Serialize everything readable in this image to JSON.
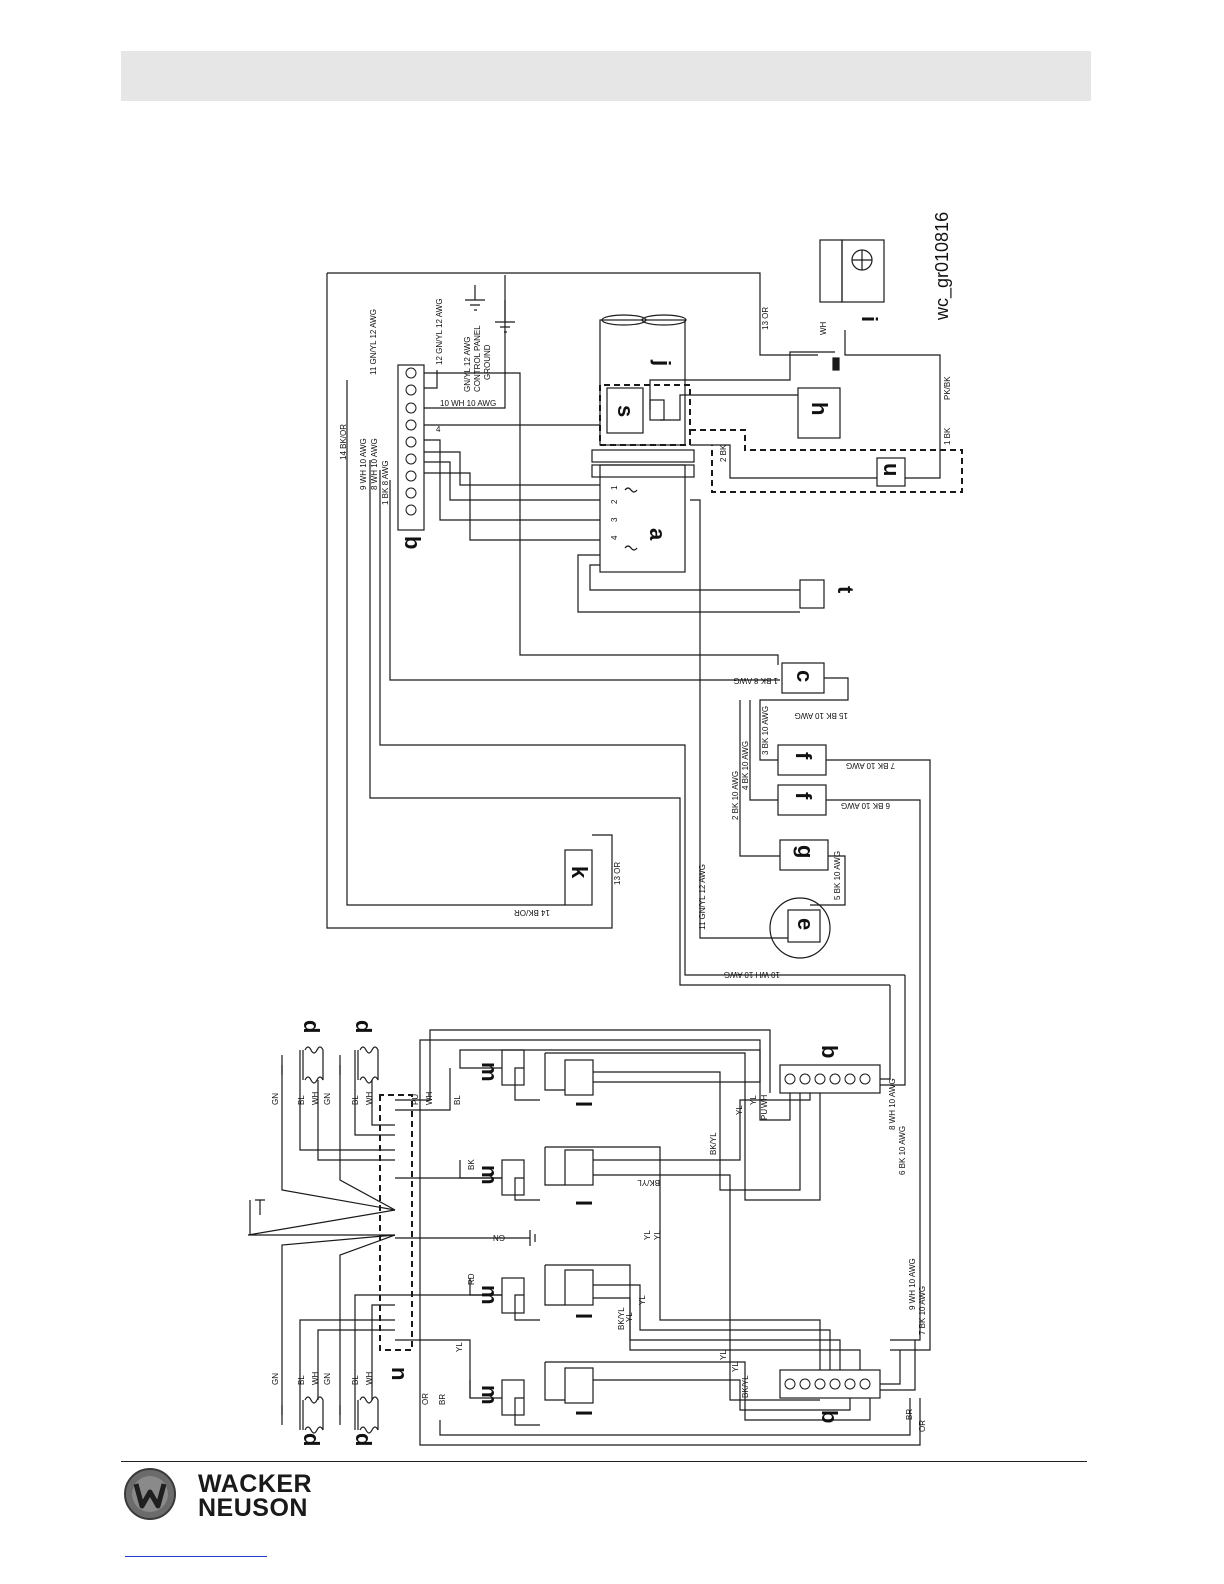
{
  "figure_id": "wc_gr010816",
  "components": {
    "a": "a",
    "b": "b",
    "c": "c",
    "d": "d",
    "e": "e",
    "f": "f",
    "g": "g",
    "h": "h",
    "i": "i",
    "j": "j",
    "k": "k",
    "l": "l",
    "m": "m",
    "n": "n",
    "s": "s",
    "t": "t",
    "u": "u"
  },
  "wire_labels": {
    "w11_gnyl_12": "11 GN/YL 12 AWG",
    "w14_bkor": "14 BK/OR",
    "w9_wh_10": "9 WH 10 AWG",
    "w8_wh_10": "8 WH 10 AWG",
    "w1_bk_8": "1 BK 8 AWG",
    "gnyl_12": "12 GN/YL 12 AWG",
    "gnyl_12_cp": "GN/YL 12 AWG",
    "control_panel": "CONTROL PANEL",
    "ground": "GROUND",
    "w10_wh_10": "10 WH 10 AWG",
    "w13_or": "13 OR",
    "wh": "WH",
    "pkbk": "PK/BK",
    "w1_bk": "1 BK",
    "w2_bk": "2 BK",
    "w1_bk_8_c": "1 BK 8 AWG",
    "w15_bk_10": "15 BK 10 AWG",
    "w3_bk_10": "3 BK 10 AWG",
    "w4_bk_10": "4 BK 10 AWG",
    "w2_bk_10": "2 BK 10 AWG",
    "w7_bk_10": "7 BK 10 AWG",
    "w6_bk_10": "6 BK 10 AWG",
    "w5_bk_10": "5 BK 10 AWG",
    "w13_or_k": "13 OR",
    "w14_bkor_k": "14 BK/OR",
    "w11_gnyl_12_e": "11 GN/YL 12 AWG",
    "w10_wh_10_e": "10 WH 10 AWG",
    "w8_wh_10_b": "8 WH 10 AWG",
    "w6_bk_10_b": "6 BK 10 AWG",
    "w9_wh_10_b": "9 WH 10 AWG",
    "w7_bk_10_b": "7 BK 10 AWG",
    "br": "BR",
    "or": "OR",
    "gn": "GN",
    "bl": "BL",
    "pu": "PU",
    "yl": "YL",
    "bk": "BK",
    "rd": "RD",
    "bkyl": "BK/YL"
  },
  "pin_labels": {
    "p1": "1",
    "p2": "2",
    "p3": "3",
    "p4": "4"
  },
  "brand": {
    "line1": "WACKER",
    "line2": "NEUSON"
  }
}
